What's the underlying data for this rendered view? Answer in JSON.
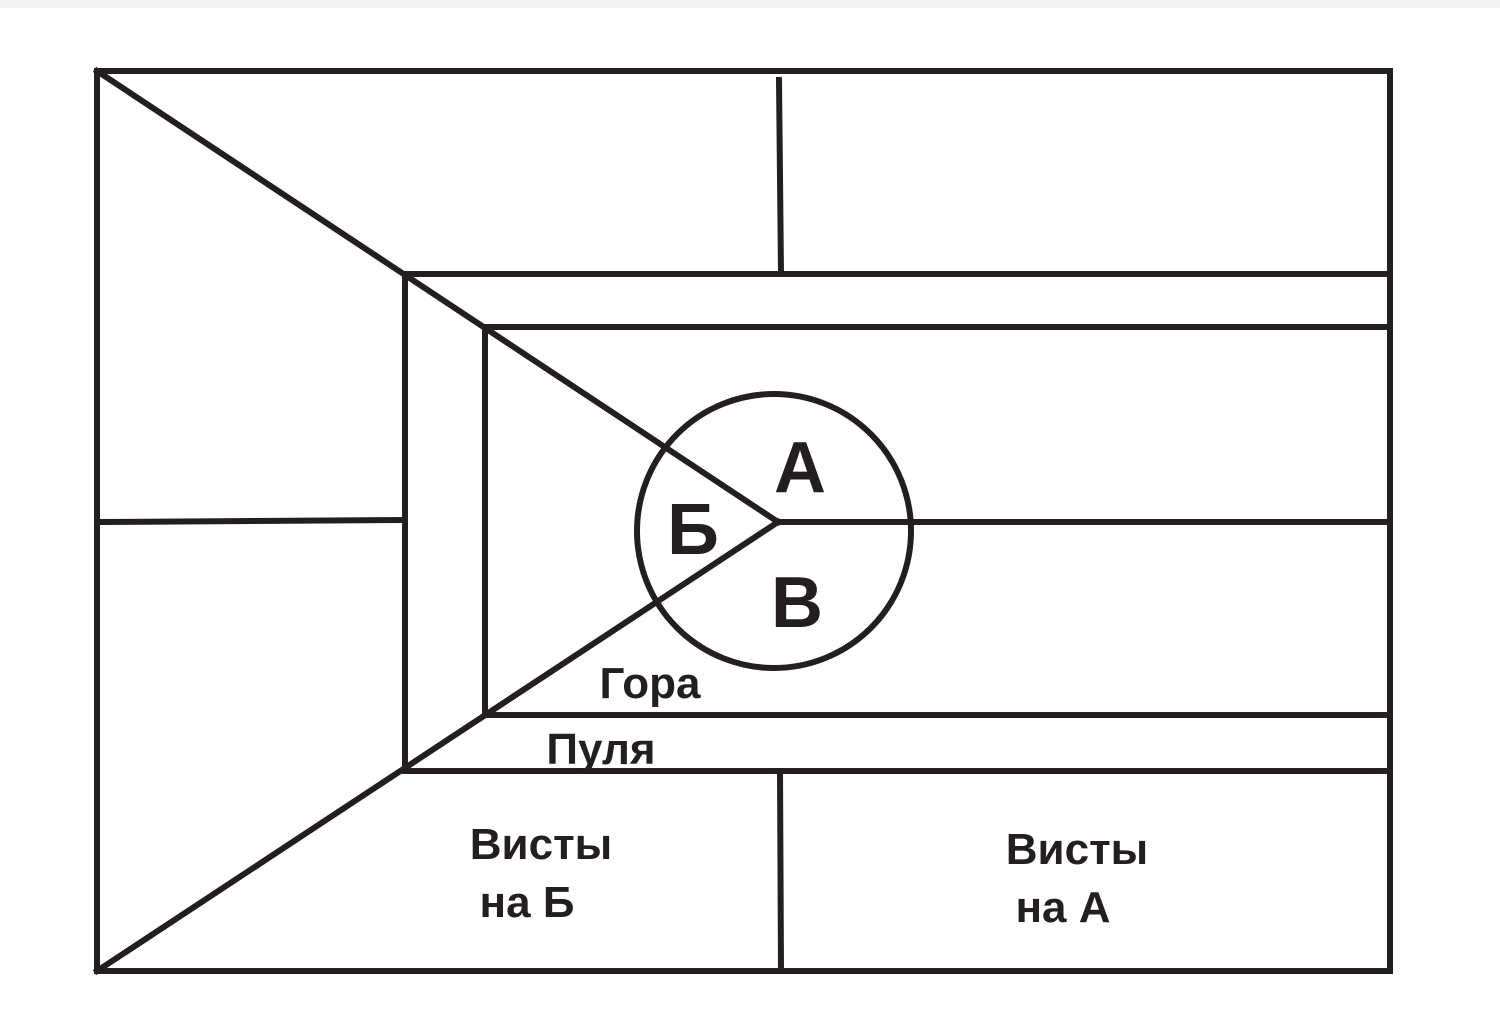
{
  "diagram": {
    "center_labels": {
      "a": "А",
      "b": "Б",
      "v": "В"
    },
    "zone_labels": {
      "gora": "Гора",
      "pulya": "Пуля"
    },
    "whists": {
      "on_b": [
        "Висты",
        "на Б"
      ],
      "on_a": [
        "Висты",
        "на А"
      ]
    },
    "line_color": "#231f20",
    "background": "#ffffff"
  }
}
